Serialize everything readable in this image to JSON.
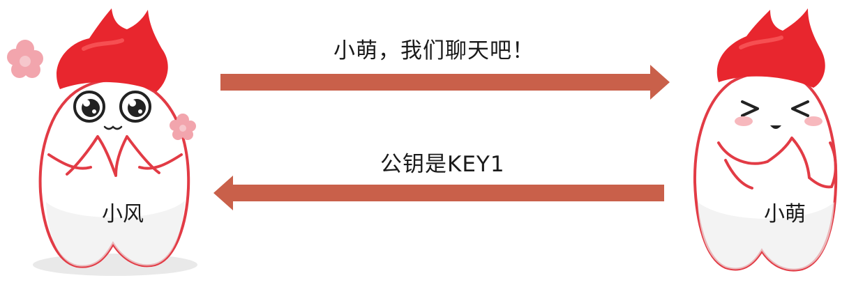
{
  "left_character": {
    "name": "小风",
    "hair_color": "#e8262e",
    "outline_color": "#e23b45",
    "flower_color": "#f2a5ad"
  },
  "right_character": {
    "name": "小萌",
    "hair_color": "#e8262e",
    "outline_color": "#e23b45",
    "cheek_color": "#f7b8bd"
  },
  "messages": [
    {
      "text": "小萌，我们聊天吧！",
      "direction": "left-to-right"
    },
    {
      "text": "公钥是KEY1",
      "direction": "right-to-left"
    }
  ],
  "arrow_color": "#c9604a"
}
